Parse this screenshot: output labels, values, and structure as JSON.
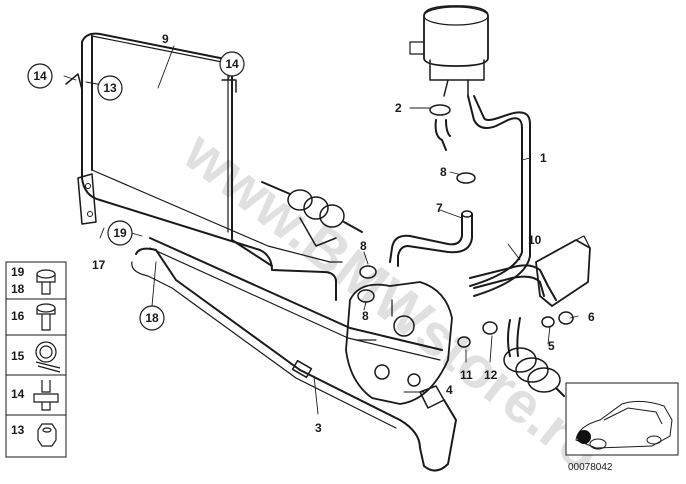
{
  "watermark": "www.BMWstore.ro",
  "catalog_number": "00078042",
  "part_callouts": {
    "c1": "1",
    "c2": "2",
    "c3": "3",
    "c4": "4",
    "c5": "5",
    "c6": "6",
    "c7": "7",
    "c8a": "8",
    "c8b": "8",
    "c8c": "8",
    "c9": "9",
    "c10": "10",
    "c11": "11",
    "c12": "12",
    "c17": "17"
  },
  "circled_callouts": {
    "c14a": "14",
    "c13a": "13",
    "c14b": "14",
    "c19": "19",
    "c18": "18"
  },
  "legend": [
    {
      "labels": [
        "19",
        "18"
      ],
      "icon": "bolt-with-washer-icon"
    },
    {
      "labels": [
        "16"
      ],
      "icon": "bolt-icon"
    },
    {
      "labels": [
        "15"
      ],
      "icon": "hose-clamp-icon"
    },
    {
      "labels": [
        "14"
      ],
      "icon": "stud-fastener-icon"
    },
    {
      "labels": [
        "13"
      ],
      "icon": "hex-nut-icon"
    }
  ],
  "colors": {
    "line": "#1a1a1a",
    "watermark": "#c8c8c8",
    "legend_bg": "#ffffff"
  }
}
